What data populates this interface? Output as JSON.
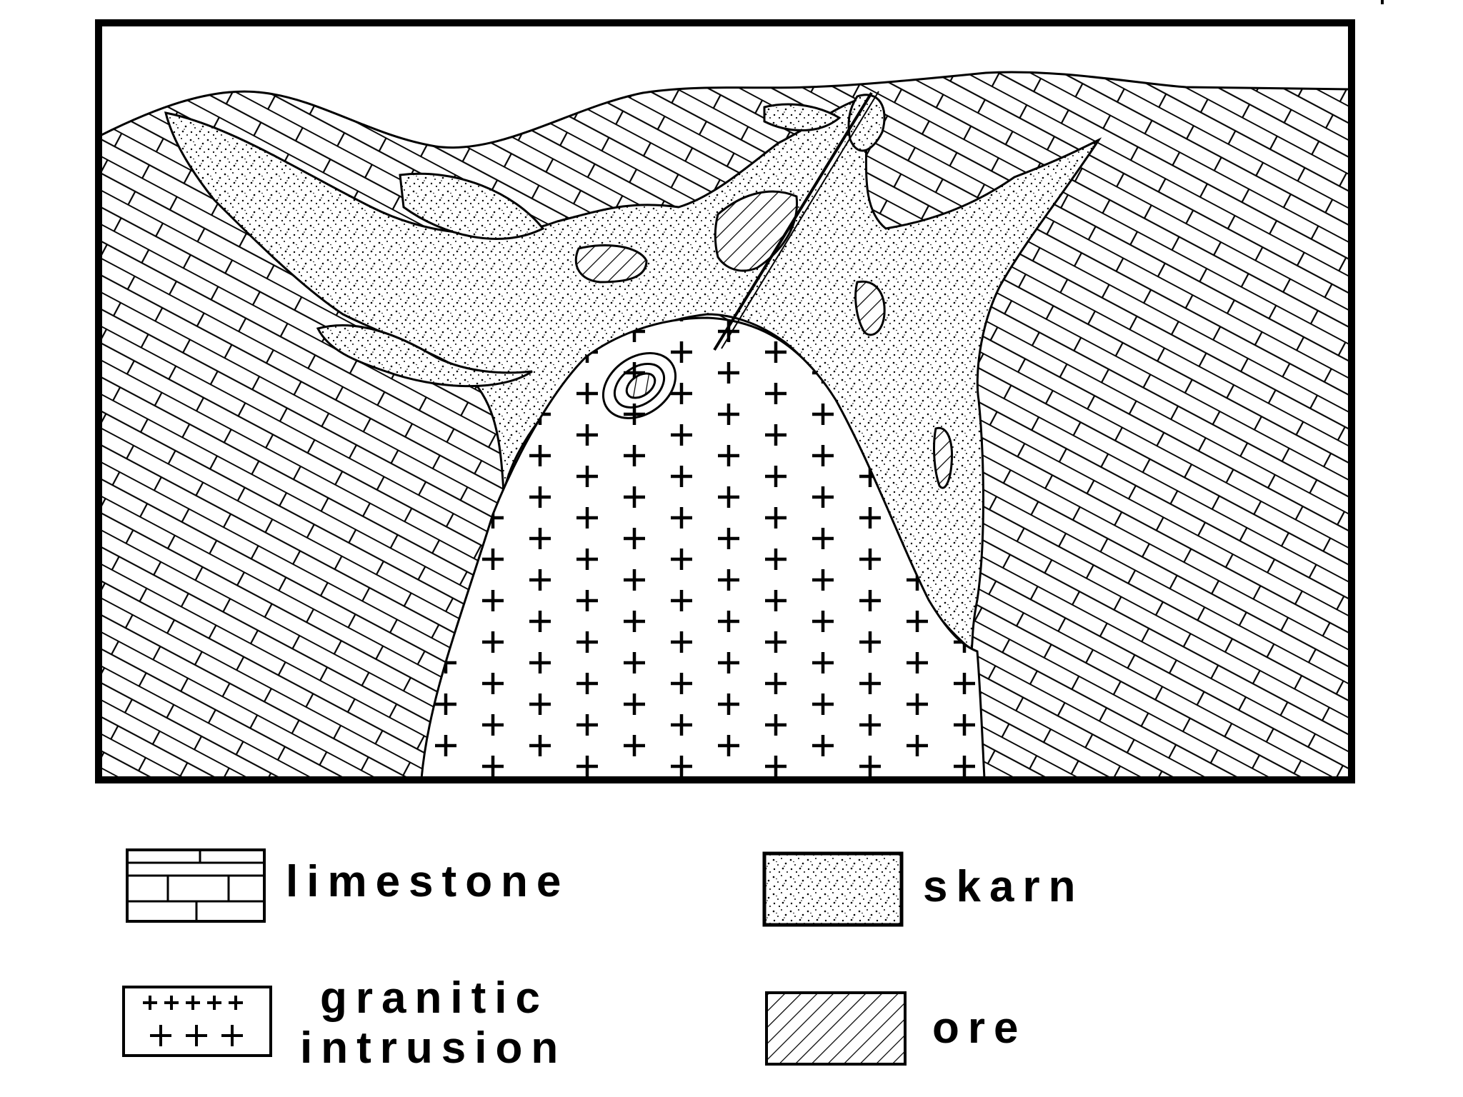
{
  "legend": {
    "limestone": "limestone",
    "skarn": "skarn",
    "granitic_line1": "granitic",
    "granitic_line2": "intrusion",
    "ore": "ore"
  },
  "colors": {
    "ink": "#000000",
    "paper": "#ffffff"
  },
  "icons": {
    "limestone": "brick-pattern-icon",
    "skarn": "stipple-pattern-icon",
    "granitic": "plus-pattern-icon",
    "ore": "diagonal-hatch-icon"
  }
}
